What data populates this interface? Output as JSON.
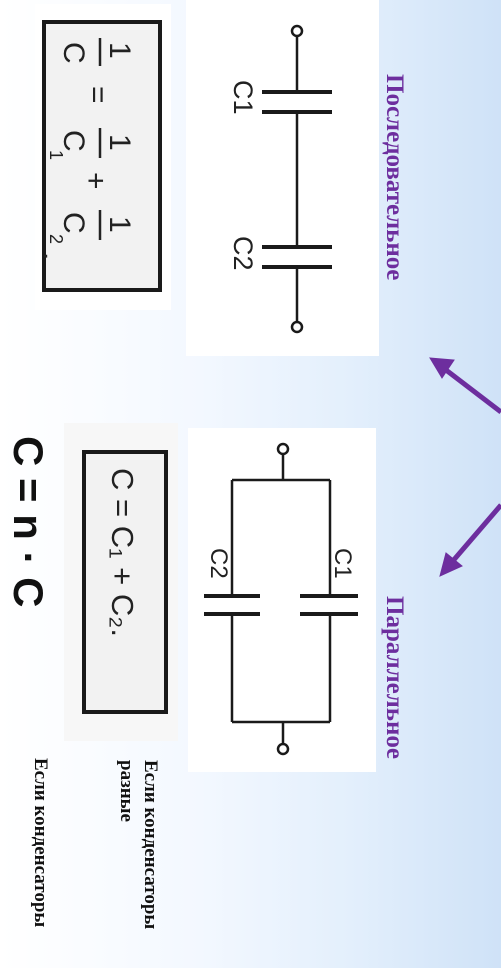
{
  "headings": {
    "series": "Последовательное",
    "parallel": "Параллельное"
  },
  "series_formula": {
    "lhs_num": "1",
    "lhs_den": "C",
    "eq": "=",
    "t1_num": "1",
    "t1_den": "C",
    "t1_sub": "1",
    "plus": "+",
    "t2_num": "1",
    "t2_den": "C",
    "t2_sub": "2",
    "dot": "."
  },
  "parallel_formula": "C = C₁ + C₂.",
  "equal_formula": "C = n · C",
  "notes": {
    "different": "Если конденсаторы разные",
    "equal": "Если конденсаторы"
  },
  "circuit_labels": {
    "series_c1": "C1",
    "series_c2": "C2",
    "parallel_c1": "C1",
    "parallel_c2": "C2"
  },
  "colors": {
    "heading": "#6d2e9e",
    "arrow": "#6d2e9e",
    "wire": "#1a1a1a"
  }
}
